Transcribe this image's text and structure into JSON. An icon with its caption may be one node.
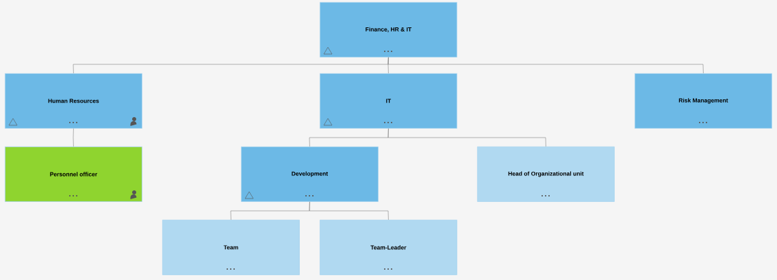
{
  "diagram": {
    "nodes": [
      {
        "text": [
          "Finance, HR & IT"
        ]
      },
      {
        "text": [
          "Human Resources"
        ]
      },
      {
        "text": [
          "IT"
        ]
      },
      {
        "text": [
          "Risk Management"
        ]
      },
      {
        "text": [
          "Personnel officer"
        ]
      },
      {
        "text": [
          "Development"
        ]
      },
      {
        "text": [
          "Head of Organizational unit"
        ]
      },
      {
        "text": [
          "Team"
        ]
      },
      {
        "text": [
          "Team-Leader"
        ]
      }
    ],
    "edges": [
      {
        "from": 0,
        "to": 1,
        "arrow": "none"
      },
      {
        "from": 0,
        "to": 2,
        "arrow": "none"
      },
      {
        "from": 0,
        "to": 3,
        "arrow": "none"
      },
      {
        "from": 1,
        "to": 4,
        "arrow": "none"
      },
      {
        "from": 2,
        "to": 5,
        "arrow": "none"
      },
      {
        "from": 2,
        "to": 6,
        "arrow": "none"
      },
      {
        "from": 5,
        "to": 7,
        "arrow": "none"
      },
      {
        "from": 5,
        "to": 8,
        "arrow": "none"
      }
    ]
  }
}
